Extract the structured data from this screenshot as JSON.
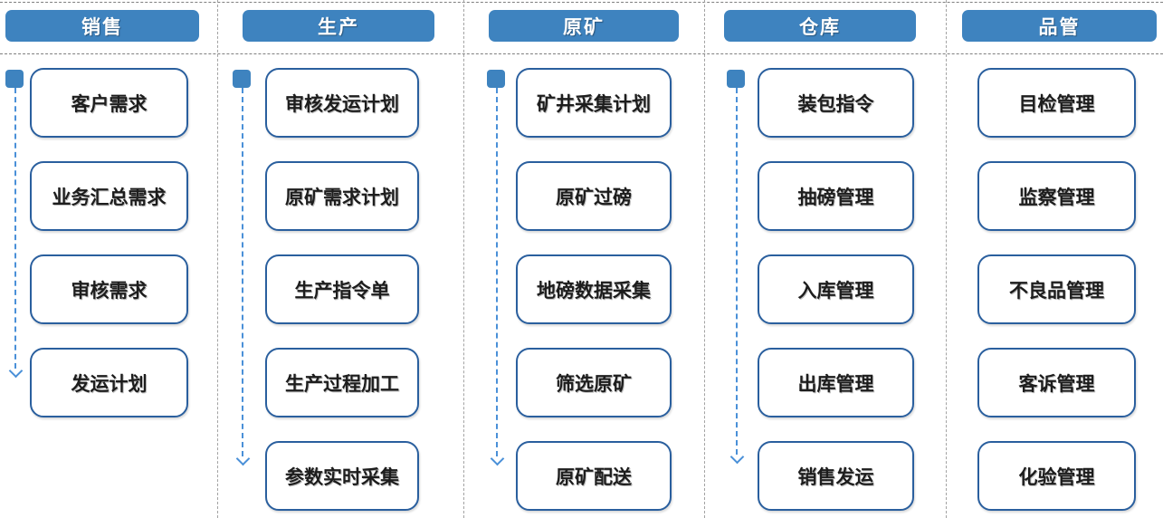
{
  "diagram": {
    "columns": [
      {
        "key": "sales",
        "header": "销售",
        "has_flow_arrow": true,
        "items": [
          "客户需求",
          "业务汇总需求",
          "审核需求",
          "发运计划"
        ]
      },
      {
        "key": "production",
        "header": "生产",
        "has_flow_arrow": true,
        "items": [
          "审核发运计划",
          "原矿需求计划",
          "生产指令单",
          "生产过程加工",
          "参数实时采集"
        ]
      },
      {
        "key": "raw-ore",
        "header": "原矿",
        "has_flow_arrow": true,
        "items": [
          "矿井采集计划",
          "原矿过磅",
          "地磅数据采集",
          "筛选原矿",
          "原矿配送"
        ]
      },
      {
        "key": "warehouse",
        "header": "仓库",
        "has_flow_arrow": true,
        "items": [
          "装包指令",
          "抽磅管理",
          "入库管理",
          "出库管理",
          "销售发运"
        ]
      },
      {
        "key": "quality-control",
        "header": "品管",
        "has_flow_arrow": false,
        "items": [
          "目检管理",
          "监察管理",
          "不良品管理",
          "客诉管理",
          "化验管理"
        ]
      }
    ],
    "colors": {
      "header_fill": "#3E83BF",
      "box_border": "#2A5F9E",
      "arrow_blue": "#4A90D8",
      "separator_gray": "#A3A3A3",
      "divider_gray": "#7F7F7F",
      "header_text": "#FFFFFF",
      "step_text": "#1D1D1D"
    }
  }
}
